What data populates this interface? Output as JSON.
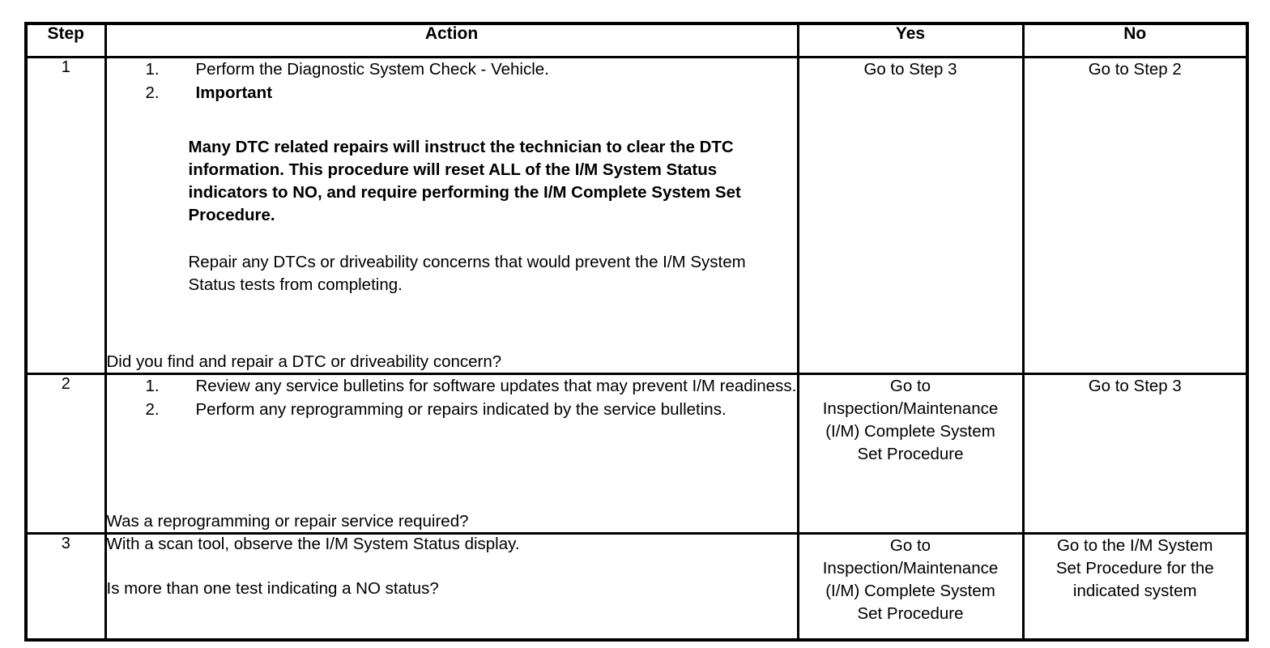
{
  "table": {
    "headers": {
      "step": "Step",
      "action": "Action",
      "yes": "Yes",
      "no": "No"
    },
    "rows": [
      {
        "step": "1",
        "items": [
          {
            "num": "1.",
            "text": "Perform the Diagnostic System Check - Vehicle.",
            "bold": false
          },
          {
            "num": "2.",
            "text": "Important",
            "bold": true
          }
        ],
        "bold_paragraph": "Many DTC related repairs will instruct the technician to clear the DTC information. This procedure will reset ALL of the I/M System Status indicators to NO, and require performing the I/M Complete System Set Procedure.",
        "plain_paragraph": "Repair any DTCs or driveability concerns that would prevent the I/M System Status tests from completing.",
        "question": "Did you find and repair a DTC or driveability concern?",
        "yes": "Go to Step 3",
        "no": "Go to Step 2"
      },
      {
        "step": "2",
        "items": [
          {
            "num": "1.",
            "text": "Review any service bulletins for software updates that may prevent I/M readiness.",
            "bold": false
          },
          {
            "num": "2.",
            "text": "Perform any reprogramming or repairs indicated by the service bulletins.",
            "bold": false
          }
        ],
        "question": "Was a reprogramming or repair service required?",
        "yes": "Go to\nInspection/Maintenance\n(I/M) Complete System\nSet Procedure",
        "no": "Go to Step 3"
      },
      {
        "step": "3",
        "statement": "With a scan tool, observe the I/M System Status display.",
        "question": "Is more than one test indicating a NO status?",
        "yes": "Go to\nInspection/Maintenance\n(I/M) Complete System\nSet Procedure",
        "no": "Go to the I/M System\nSet Procedure for the\nindicated system"
      }
    ]
  }
}
